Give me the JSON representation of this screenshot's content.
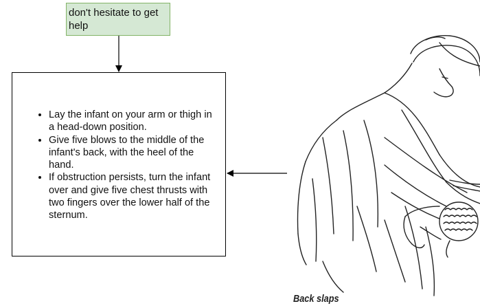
{
  "note": {
    "text": "don't hesitate to get help"
  },
  "instructions": {
    "steps": [
      "Lay the infant on your arm or thigh in a head-down position.",
      "Give five blows to the middle of the infant's back, with the heel of the hand.",
      "If obstruction persists, turn the infant over and give five chest thrusts with two fingers over the lower half of the sternum."
    ]
  },
  "illustration": {
    "subject": "person holding infant face-down on forearm",
    "caption": "Back slaps"
  },
  "colors": {
    "note_fill": "#d5e8d4",
    "note_border": "#82b366",
    "line": "#000000"
  }
}
